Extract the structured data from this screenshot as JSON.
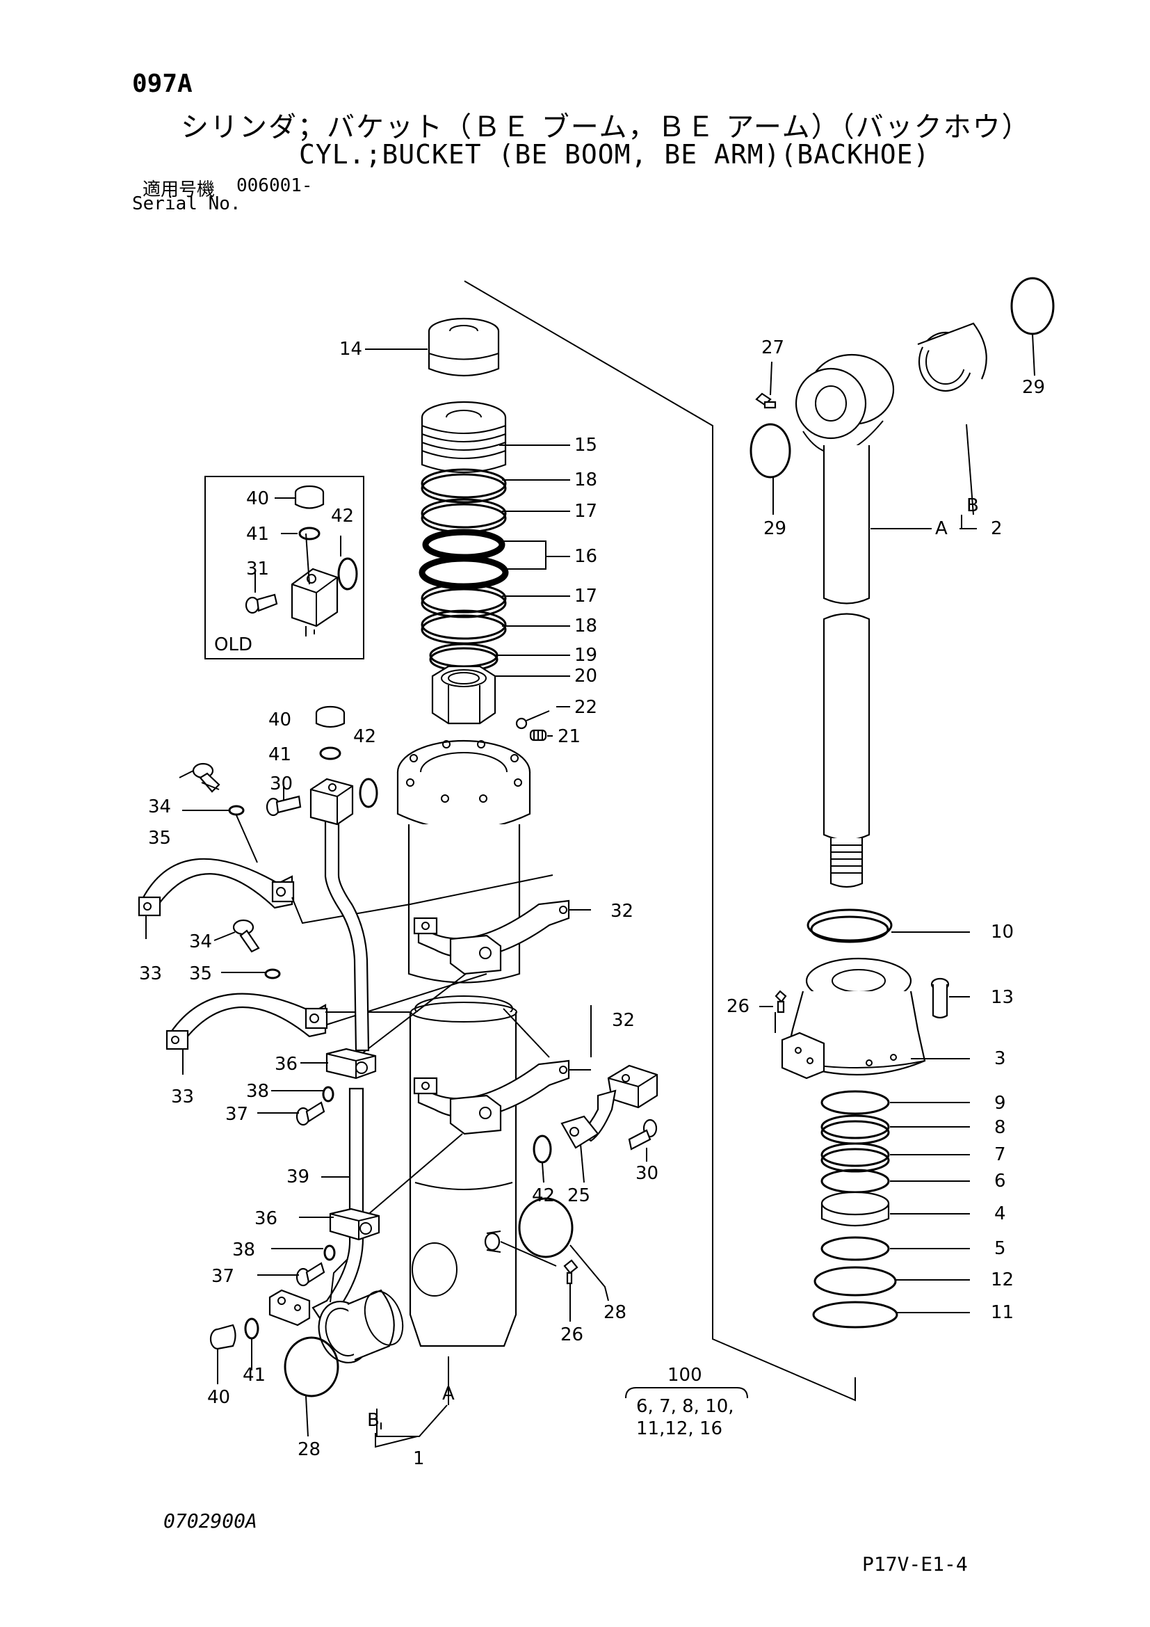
{
  "header": {
    "page_code": "097A",
    "title_jp": "シリンダ；バケット（ＢＥ ブーム，ＢＥ アーム）（バックホウ）",
    "title_en": "CYL.;BUCKET (BE BOOM, BE ARM)(BACKHOE)",
    "serial_label_jp": "適用号機",
    "serial_value": "006001-",
    "serial_label_en": "Serial No."
  },
  "footer": {
    "drawing_code": "0702900A",
    "sheet_code": "P17V-E1-4"
  },
  "diagram": {
    "inset_label": "OLD",
    "callouts": {
      "c1": "1",
      "c2": "2",
      "c3": "3",
      "c4": "4",
      "c5": "5",
      "c6": "6",
      "c7": "7",
      "c8": "8",
      "c9": "9",
      "c10": "10",
      "c11": "11",
      "c12": "12",
      "c13": "13",
      "c14": "14",
      "c15": "15",
      "c16": "16",
      "c17a": "17",
      "c17b": "17",
      "c18a": "18",
      "c18b": "18",
      "c19": "19",
      "c20": "20",
      "c21": "21",
      "c22": "22",
      "c25": "25",
      "c26a": "26",
      "c26b": "26",
      "c27": "27",
      "c28a": "28",
      "c28b": "28",
      "c29a": "29",
      "c29b": "29",
      "c30a": "30",
      "c30b": "30",
      "c31": "31",
      "c32a": "32",
      "c32b": "32",
      "c33a": "33",
      "c33b": "33",
      "c34a": "34",
      "c34b": "34",
      "c35a": "35",
      "c35b": "35",
      "c36a": "36",
      "c36b": "36",
      "c37a": "37",
      "c37b": "37",
      "c38a": "38",
      "c38b": "38",
      "c39": "39",
      "c40a": "40",
      "c40b": "40",
      "c40c": "40",
      "c41a": "41",
      "c41b": "41",
      "c41c": "41",
      "c42a": "42",
      "c42b": "42",
      "c42c": "42",
      "markA1": "A",
      "markA2": "A",
      "markB1": "B",
      "markB2": "B"
    },
    "kit": {
      "number": "100",
      "contents_line1": "6, 7, 8, 10,",
      "contents_line2": "11,12, 16"
    }
  }
}
